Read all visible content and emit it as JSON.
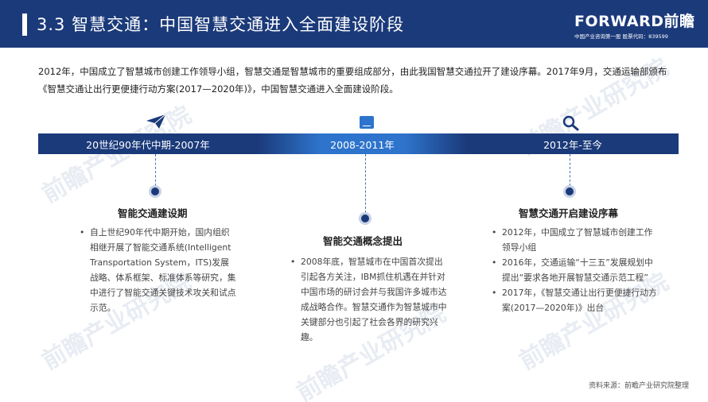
{
  "header": {
    "title": "3.3  智慧交通：中国智慧交通进入全面建设阶段",
    "brand_name": "FORWARD前瞻",
    "brand_sub": "中国产业咨询第一股  股票代码：839599"
  },
  "intro": "2012年，中国成立了智慧城市创建工作领导小组，智慧交通是智慧城市的重要组成部分，由此我国智慧交通拉开了建设序幕。2017年9月，交通运输部颁布《智慧交通让出行更便捷行动方案(2017—2020年)》，中国智慧交通进入全面建设阶段。",
  "watermark": "前瞻产业研究院",
  "colors": {
    "header_bg": "#1b3a7a",
    "timeline_accent": "#2e74cc",
    "dot_halo": "#c9d3e6"
  },
  "icons": {
    "phase1": "paper-plane-icon",
    "phase2": "laptop-icon",
    "phase3": "search-icon"
  },
  "timeline": [
    {
      "period": "20世纪90年代中期-2007年",
      "title": "智能交通建设期",
      "bullets": [
        "自上世纪90年代中期开始，国内组织相继开展了智能交通系统(Intelligent Transportation System，ITS)发展战略、体系框架、标准体系等研究，集中进行了智能交通关键技术攻关和试点示范。"
      ]
    },
    {
      "period": "2008-2011年",
      "title": "智能交通概念提出",
      "bullets": [
        "2008年底，智慧城市在中国首次提出引起各方关注，IBM抓住机遇在并针对中国市场的研讨会并与我国许多城市达成战略合作。智慧交通作为智慧城市中关键部分也引起了社会各界的研究兴趣。"
      ]
    },
    {
      "period": "2012年-至今",
      "title": "智慧交通开启建设序幕",
      "bullets": [
        "2012年，中国成立了智慧城市创建工作领导小组",
        "2016年，交通运输“十三五”发展规划中提出“要求各地开展智慧交通示范工程”",
        "2017年，《智慧交通让出行更便捷行动方案(2017—2020年)》出台"
      ]
    }
  ],
  "source": "资料来源：前瞻产业研究院整理"
}
